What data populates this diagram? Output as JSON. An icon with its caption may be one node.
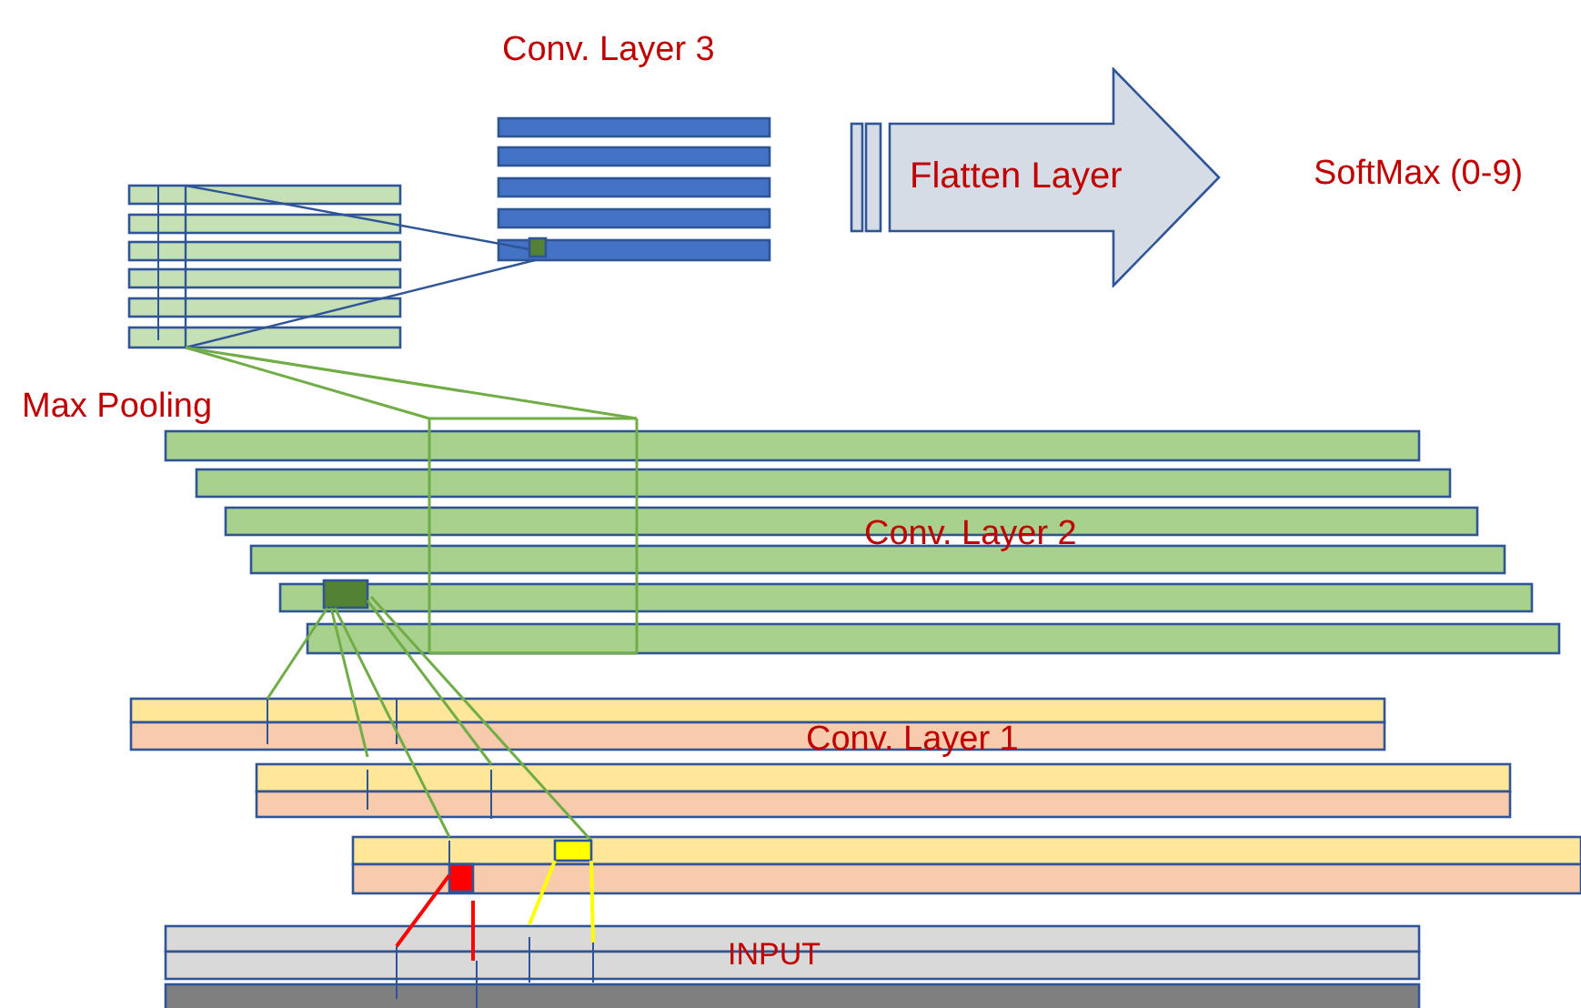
{
  "diagram": {
    "nodes": [
      {
        "text": [
          "Flatten Layer"
        ]
      }
    ],
    "labels": [
      "Conv. Layer 3",
      "SoftMax (0-9)",
      "Max Pooling",
      "Conv. Layer 2",
      "Conv. Layer 1",
      "INPUT"
    ]
  }
}
